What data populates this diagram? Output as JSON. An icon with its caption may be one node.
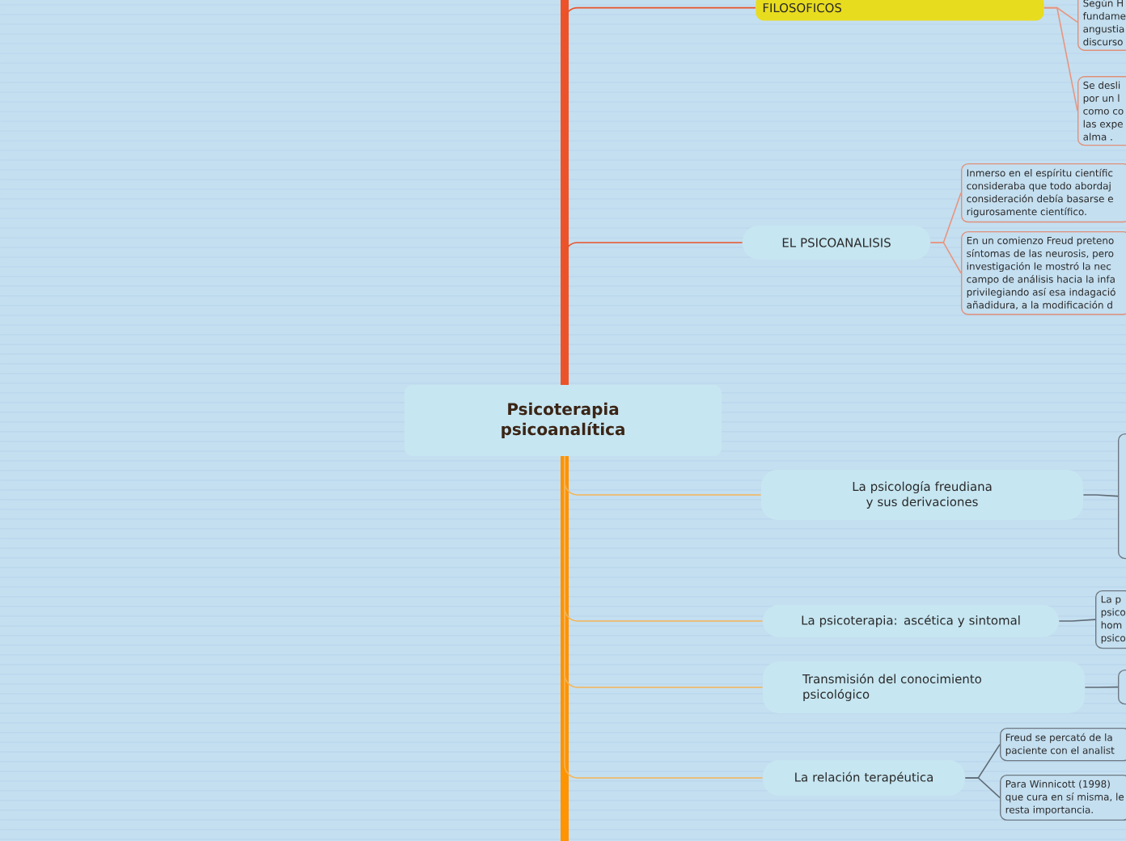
{
  "diagram": {
    "nodes": [
      {
        "text": [
          "Psicoterapia psicoanalítica"
        ]
      },
      {
        "text": [
          "FILOSOFICOS"
        ]
      },
      {
        "text": [
          "Según H fundame angustia discurso"
        ]
      },
      {
        "text": [
          "Se desli por un l como co las expe alma ."
        ]
      },
      {
        "text": [
          "EL PSICOANALISIS"
        ]
      },
      {
        "text": [
          "Inmerso en el espíritu científic consideraba que todo abordaj consideración debía basarse e rigurosamente científico."
        ]
      },
      {
        "text": [
          "En un comienzo Freud preteno síntomas de las neurosis, pero investigación le mostró la nec campo de análisis hacia la infa privilegiando así esa indagació añadidura, a la modificación d"
        ]
      },
      {
        "text": [
          "La psicología freudiana y sus derivaciones"
        ]
      },
      {
        "text": [],
        "shape": "box"
      },
      {
        "text": [
          "La psicoterapia: ascética y sintomal"
        ]
      },
      {
        "text": [
          "La p psico hom psico"
        ]
      },
      {
        "text": [
          "Transmisión del conocimiento psicológico"
        ]
      },
      {
        "text": [],
        "shape": "box"
      },
      {
        "text": [
          "La relación terapéutica"
        ]
      },
      {
        "text": [
          "Freud se percató de la paciente con el analist"
        ]
      },
      {
        "text": [
          "Para Winnicott (1998) que cura en sí misma, le resta importancia."
        ]
      }
    ],
    "edges": [
      {
        "from": 0,
        "to": 1,
        "arrow": "none",
        "color": "#e8532b"
      },
      {
        "from": 1,
        "to": 2,
        "arrow": "none",
        "color": "#e8957f"
      },
      {
        "from": 1,
        "to": 3,
        "arrow": "none",
        "color": "#e8957f"
      },
      {
        "from": 0,
        "to": 4,
        "arrow": "none",
        "color": "#e8532b"
      },
      {
        "from": 4,
        "to": 5,
        "arrow": "none",
        "color": "#e8957f"
      },
      {
        "from": 4,
        "to": 6,
        "arrow": "none",
        "color": "#e8957f"
      },
      {
        "from": 0,
        "to": 7,
        "arrow": "none",
        "color": "#f5b455"
      },
      {
        "from": 7,
        "to": 8,
        "arrow": "none",
        "color": "#5f6b76"
      },
      {
        "from": 0,
        "to": 9,
        "arrow": "none",
        "color": "#f5b455"
      },
      {
        "from": 9,
        "to": 10,
        "arrow": "none",
        "color": "#5f6b76"
      },
      {
        "from": 0,
        "to": 11,
        "arrow": "none",
        "color": "#f5b455"
      },
      {
        "from": 11,
        "to": 12,
        "arrow": "none",
        "color": "#5f6b76"
      },
      {
        "from": 0,
        "to": 13,
        "arrow": "none",
        "color": "#f5b455"
      },
      {
        "from": 13,
        "to": 14,
        "arrow": "none",
        "color": "#5f6b76"
      },
      {
        "from": 13,
        "to": 15,
        "arrow": "none",
        "color": "#5f6b76"
      }
    ]
  }
}
